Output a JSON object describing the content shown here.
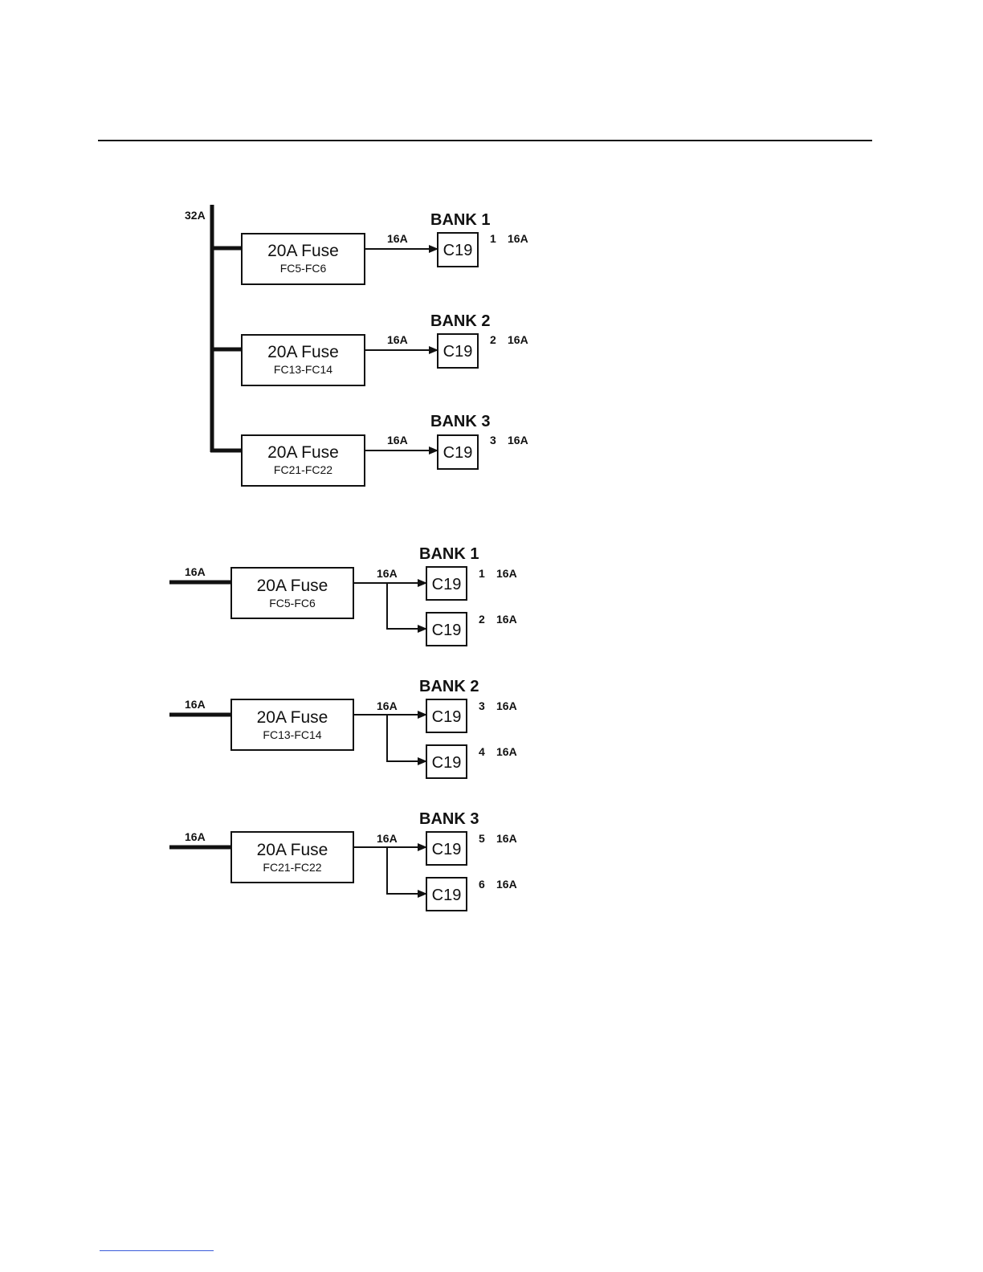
{
  "diagram_top": {
    "input_label": "32A",
    "branches": [
      {
        "bank": "BANK 1",
        "fuse": "20A Fuse",
        "fuse_ids": "FC5-FC6",
        "wire_label": "16A",
        "outlets": [
          {
            "type": "C19",
            "number": "1",
            "rating": "16A"
          }
        ]
      },
      {
        "bank": "BANK 2",
        "fuse": "20A Fuse",
        "fuse_ids": "FC13-FC14",
        "wire_label": "16A",
        "outlets": [
          {
            "type": "C19",
            "number": "2",
            "rating": "16A"
          }
        ]
      },
      {
        "bank": "BANK 3",
        "fuse": "20A Fuse",
        "fuse_ids": "FC21-FC22",
        "wire_label": "16A",
        "outlets": [
          {
            "type": "C19",
            "number": "3",
            "rating": "16A"
          }
        ]
      }
    ]
  },
  "diagram_bottom": {
    "branches": [
      {
        "input_label": "16A",
        "bank": "BANK 1",
        "fuse": "20A Fuse",
        "fuse_ids": "FC5-FC6",
        "wire_label": "16A",
        "outlets": [
          {
            "type": "C19",
            "number": "1",
            "rating": "16A"
          },
          {
            "type": "C19",
            "number": "2",
            "rating": "16A"
          }
        ]
      },
      {
        "input_label": "16A",
        "bank": "BANK 2",
        "fuse": "20A Fuse",
        "fuse_ids": "FC13-FC14",
        "wire_label": "16A",
        "outlets": [
          {
            "type": "C19",
            "number": "3",
            "rating": "16A"
          },
          {
            "type": "C19",
            "number": "4",
            "rating": "16A"
          }
        ]
      },
      {
        "input_label": "16A",
        "bank": "BANK 3",
        "fuse": "20A Fuse",
        "fuse_ids": "FC21-FC22",
        "wire_label": "16A",
        "outlets": [
          {
            "type": "C19",
            "number": "5",
            "rating": "16A"
          },
          {
            "type": "C19",
            "number": "6",
            "rating": "16A"
          }
        ]
      }
    ]
  }
}
